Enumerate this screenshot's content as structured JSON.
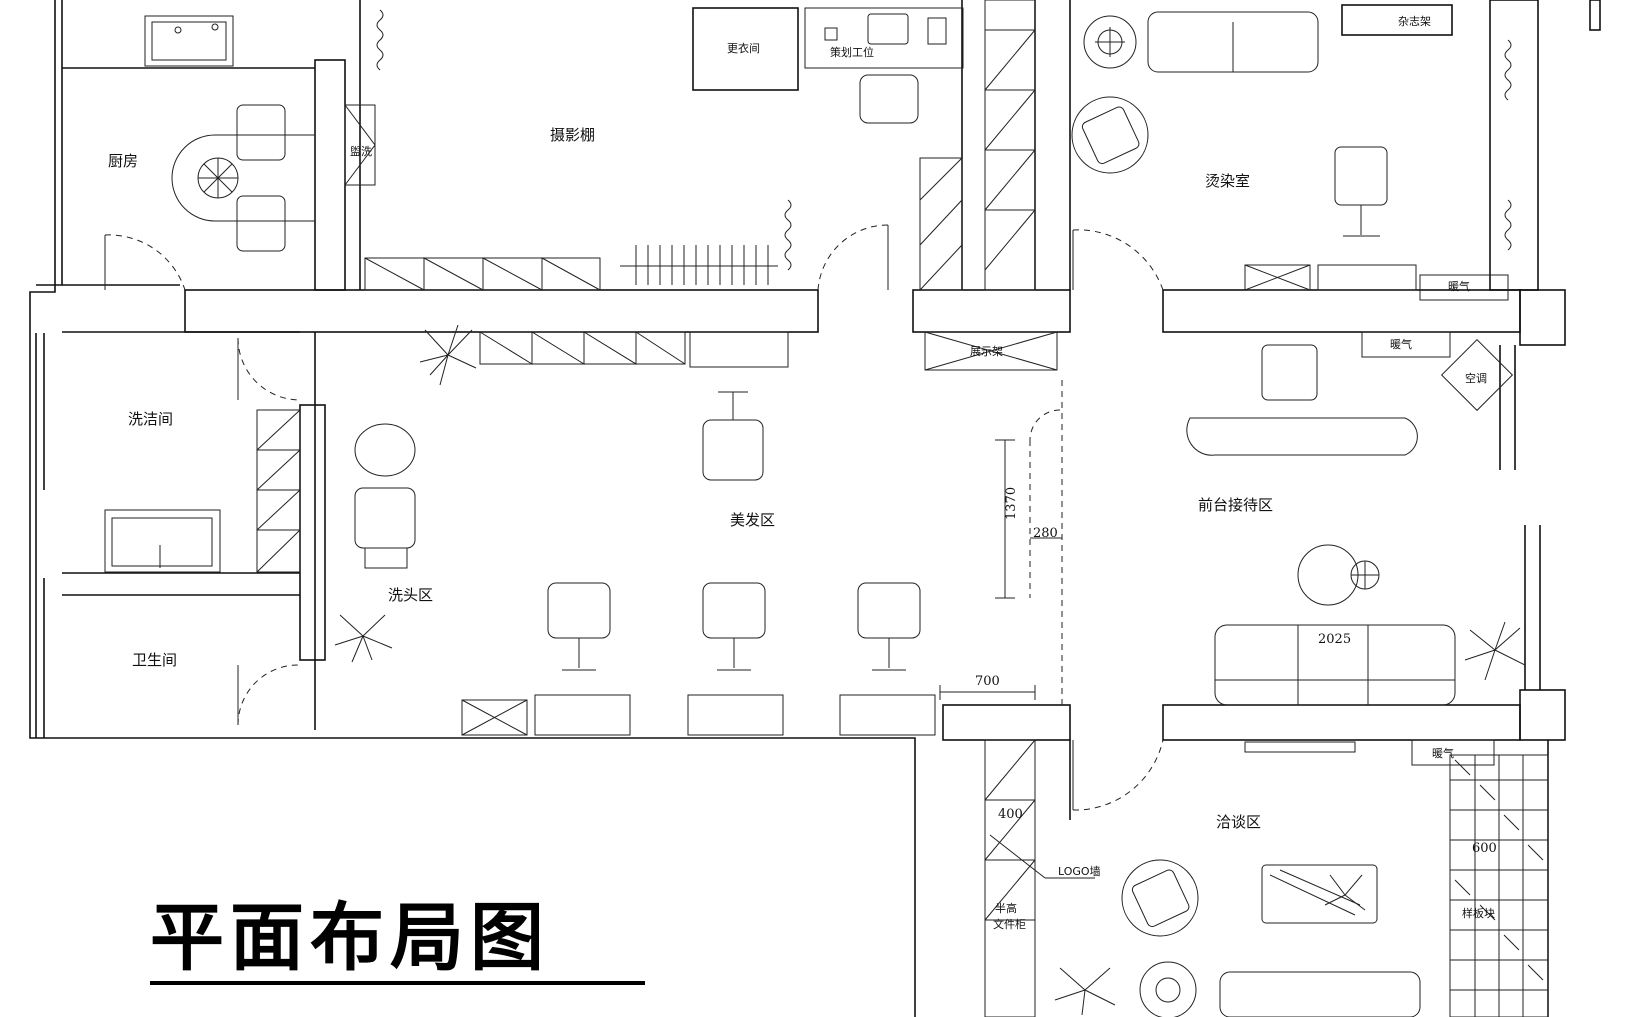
{
  "rooms": {
    "kitchen": "厨房",
    "photo_studio": "摄影棚",
    "perm_dye_room": "烫染室",
    "wash_room": "洗洁间",
    "hair_area": "美发区",
    "reception": "前台接待区",
    "shampoo_area": "洗头区",
    "restroom": "卫生间",
    "negotiation": "洽谈区"
  },
  "fixtures": {
    "dressing_room": "更衣间",
    "planning_desk": "策划工位",
    "magazine_rack": "杂志架",
    "heater_1": "暖气",
    "heater_2": "暖气",
    "heater_3": "暖气",
    "display_rack": "展示架",
    "air_conditioner": "空调",
    "logo_wall": "LOGO墙",
    "half_cabinet": "半高",
    "file_cabinet": "文件柜",
    "rack_label": "盥洗",
    "floor_note": "样板块"
  },
  "dimensions": {
    "d1370": "1370",
    "d280": "280",
    "d700": "700",
    "d2025": "2025",
    "d400": "400",
    "d600": "600"
  },
  "title": "平面布局图",
  "colors": {
    "line": "#111111",
    "background": "#ffffff"
  }
}
